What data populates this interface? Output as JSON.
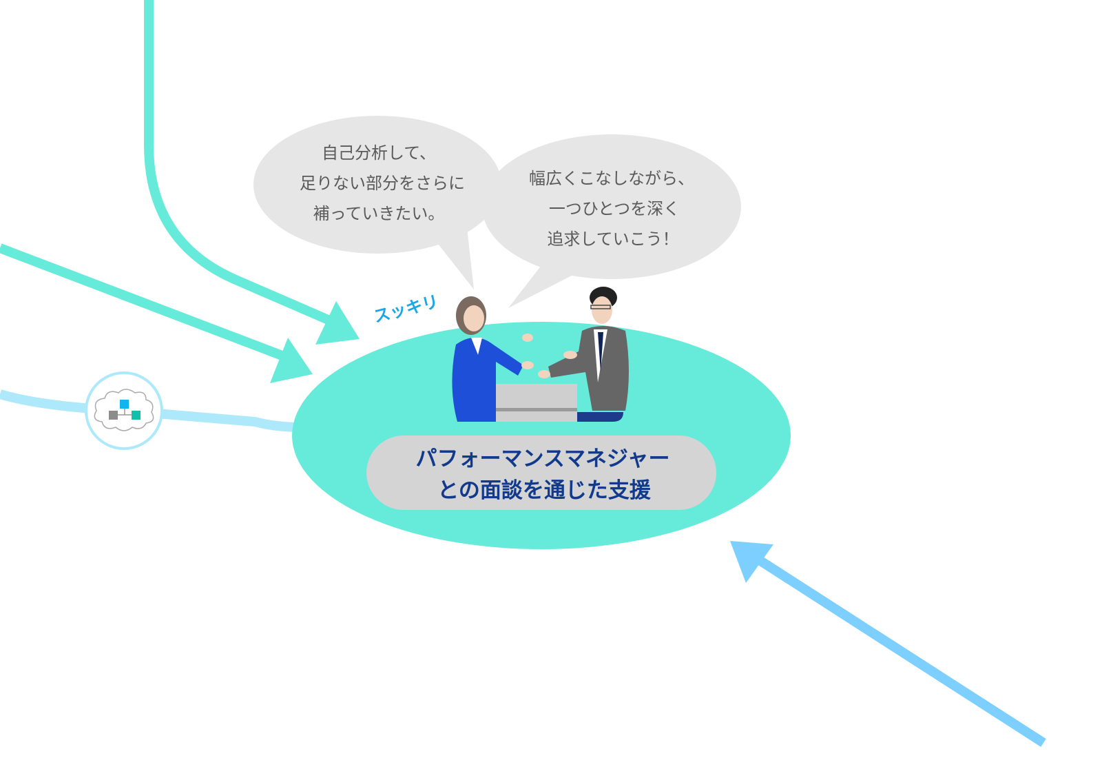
{
  "colors": {
    "teal": "#66ead9",
    "light_blue": "#aee9fb",
    "arrow_blue": "#7dcfff",
    "bubble": "#e6e6e6",
    "pill": "#d4d4d4",
    "navy": "#123a8c"
  },
  "bubbles": {
    "left": {
      "lines": [
        "自己分析して、",
        "足りない部分をさらに",
        "補っていきたい。"
      ]
    },
    "right": {
      "lines": [
        "幅広くこなしながら、",
        "一つひとつを深く",
        "追求していこう！"
      ]
    }
  },
  "sukkiri_label": "スッキリ",
  "main": {
    "lines": [
      "パフォーマンスマネジャー",
      "との面談を通じた支援"
    ]
  },
  "icons": {
    "cloud": "cloud-network-icon"
  }
}
